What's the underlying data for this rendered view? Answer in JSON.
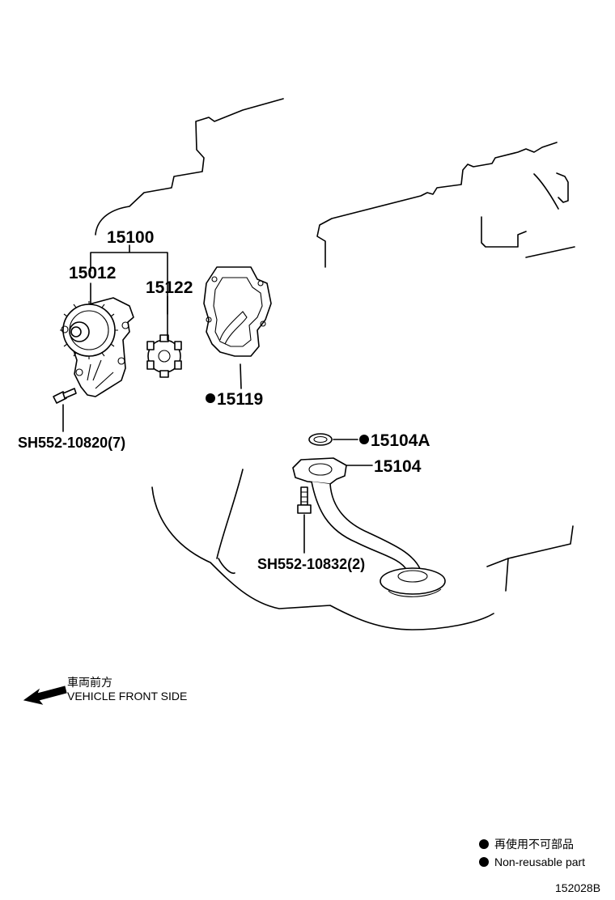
{
  "parts": {
    "p15100": "15100",
    "p15012": "15012",
    "p15122": "15122",
    "p15119": "15119",
    "p15104A": "15104A",
    "p15104": "15104",
    "bolt1": "SH552-10820(7)",
    "bolt2": "SH552-10832(2)"
  },
  "direction": {
    "jp": "車両前方",
    "en": "VEHICLE FRONT SIDE"
  },
  "legend": {
    "jp": "再使用不可部品",
    "en": "Non-reusable part"
  },
  "diagram_code": "152028B"
}
